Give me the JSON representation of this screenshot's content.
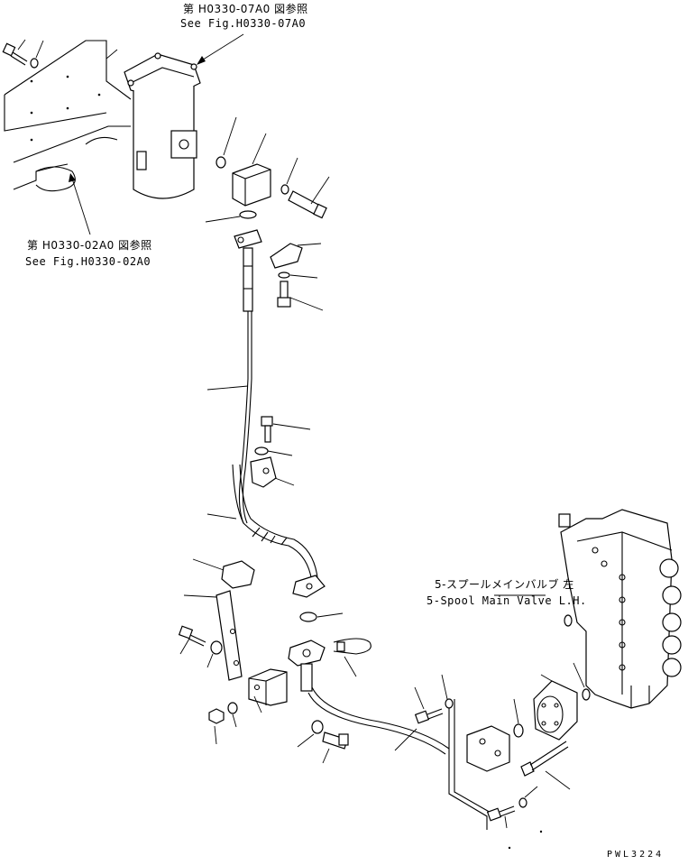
{
  "labels": {
    "ref_top_jp": "第 H0330-07A0 図参照",
    "ref_top_en": "See Fig.H0330-07A0",
    "ref_left_jp": "第 H0330-02A0 図参照",
    "ref_left_en": "See Fig.H0330-02A0",
    "valve_jp": "5-スプールメインバルブ 左",
    "valve_en": "5-Spool Main Valve L.H.",
    "drawing_code": "PWL3224"
  }
}
